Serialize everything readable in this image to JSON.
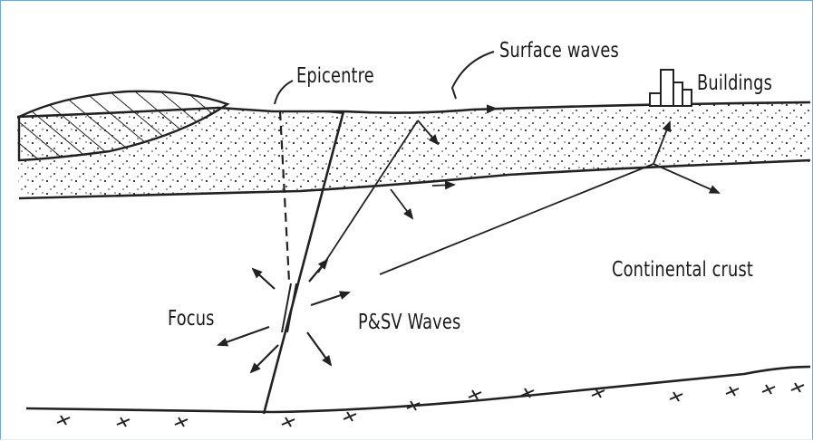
{
  "labels": {
    "surface_waves": "Surface waves",
    "epicentre": "Epicentre",
    "buildings": "Buildings",
    "continental_crust": "Continental crust",
    "focus": "Focus",
    "psv_waves": "P&SV Waves"
  }
}
